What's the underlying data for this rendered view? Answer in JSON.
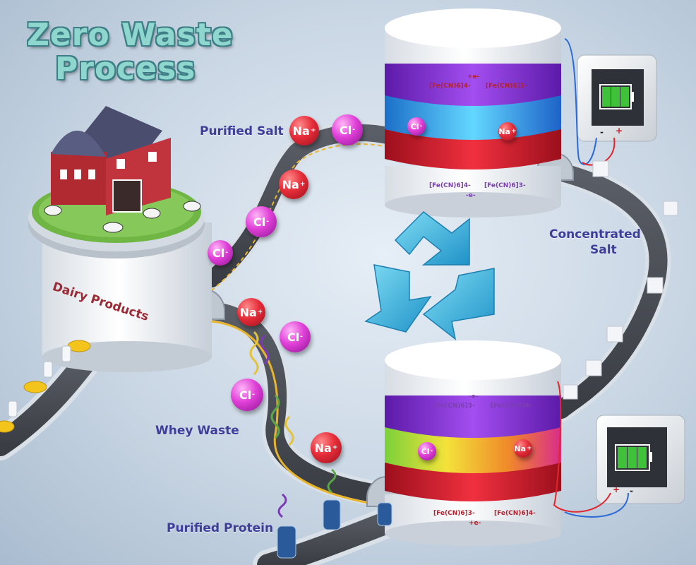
{
  "title_line1": "Zero Waste",
  "title_line2": "Process",
  "labels": {
    "purified_salt": "Purified Salt",
    "dairy_products": "Dairy Products",
    "concentrated_salt_line1": "Concentrated",
    "concentrated_salt_line2": "Salt",
    "whey_waste": "Whey Waste",
    "purified_protein": "Purified Protein"
  },
  "ions": {
    "na": "Na",
    "na_charge": "+",
    "cl": "Cl",
    "cl_charge": "-"
  },
  "top_cell": {
    "upper_left": "[Fe(CN)6]4-",
    "upper_arrow": "+e-",
    "upper_right": "[Fe(CN)6]3-",
    "lower_left": "[Fe(CN)6]4-",
    "lower_arrow": "-e-",
    "lower_right": "[Fe(CN)6]3-"
  },
  "bottom_cell": {
    "upper_left": "[Fe(CN)6]3-",
    "upper_arrow": "-e-",
    "upper_right": "[Fe(CN)6]4-",
    "lower_left": "[Fe(CN)6]3-",
    "lower_arrow": "+e-",
    "lower_right": "[Fe(CN)6]4-"
  },
  "terminals": {
    "top_minus": "-",
    "top_plus": "+",
    "bottom_plus": "+",
    "bottom_minus": "-"
  },
  "colors": {
    "title_fill": "#8fd6cf",
    "title_outline": "#3d7f86",
    "label_text": "#3d3d9a",
    "dairy_text": "#9a2a35",
    "sodium_ion": "#e62d3a",
    "chloride_ion": "#e040d8",
    "recycle_symbol": "#3bb7dd",
    "purple_membrane": "#8a2fd6",
    "red_membrane": "#d81c2e",
    "battery_green": "#3fc23a"
  },
  "icons": [
    "recycle-icon",
    "battery-icon",
    "barn-icon",
    "cow-icon",
    "cheese-icon",
    "milk-bottle-icon",
    "water-bottle-icon",
    "protein-molecule-icon",
    "salt-cube-icon"
  ]
}
